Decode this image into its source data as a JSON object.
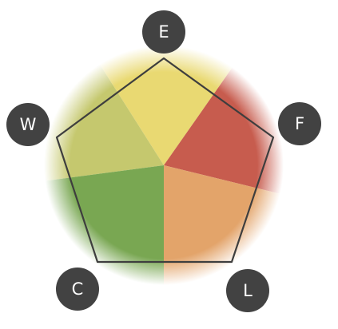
{
  "diagram": {
    "colors": {
      "sector_top": "#e9d972",
      "sector_upper_left": "#c5c86e",
      "sector_right": "#c75c4e",
      "sector_lower_right": "#e3a46a",
      "sector_lower_left": "#79a752",
      "outline": "#3e3e3e",
      "node_fill": "#424242",
      "node_text": "#ffffff"
    },
    "nodes": [
      {
        "label": "E",
        "icon": ""
      },
      {
        "label": "F",
        "icon": ""
      },
      {
        "label": "L",
        "icon": ""
      },
      {
        "label": "C",
        "icon": ""
      },
      {
        "label": "W",
        "icon": ""
      }
    ]
  }
}
